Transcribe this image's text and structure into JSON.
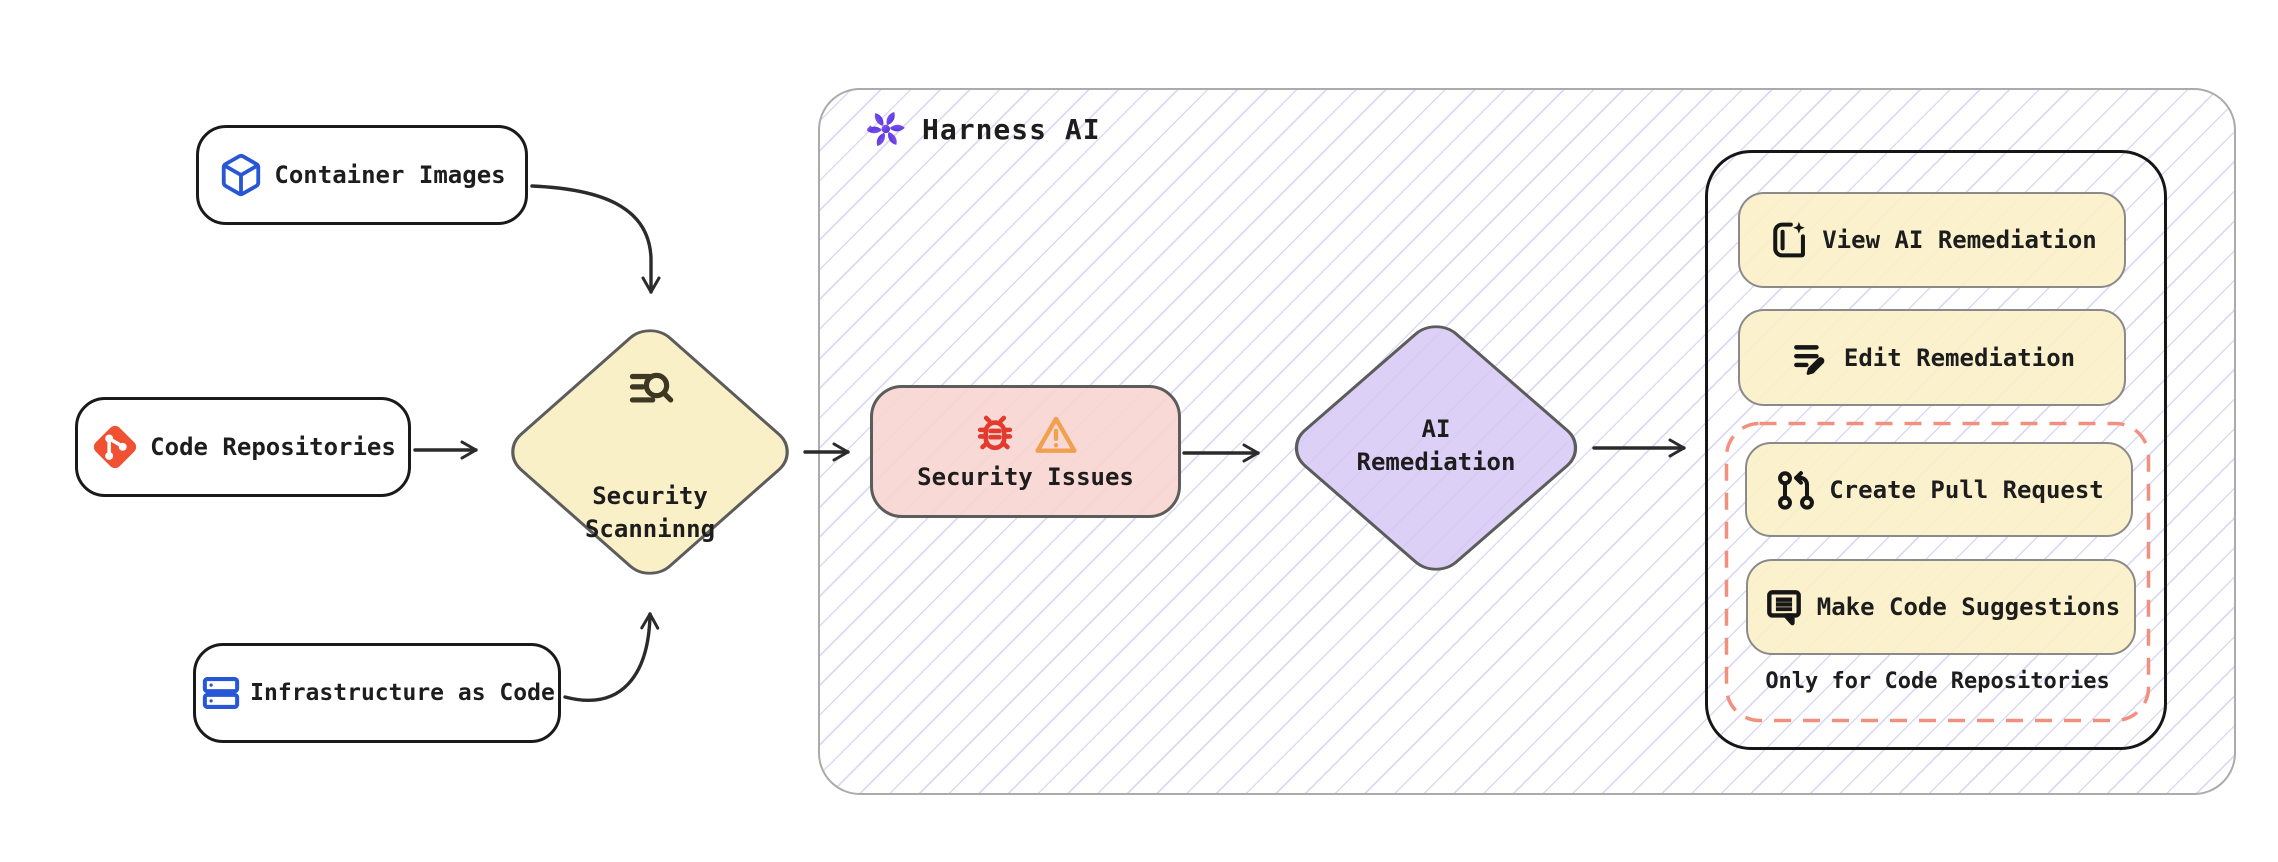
{
  "header": {
    "title": "Harness AI",
    "logo": "harness-ai-logo"
  },
  "sources": [
    {
      "label": "Container Images",
      "icon": "container-cube-icon"
    },
    {
      "label": "Code Repositories",
      "icon": "git-icon"
    },
    {
      "label": "Infrastructure as Code",
      "icon": "server-stack-icon"
    }
  ],
  "scanning": {
    "label": "Security\nScanninng",
    "icon": "scan-search-icon"
  },
  "issues": {
    "label": "Security Issues",
    "icons": [
      "bug-icon",
      "warning-icon"
    ]
  },
  "remediation": {
    "label": "AI\nRemediation"
  },
  "actions": {
    "view": {
      "label": "View AI Remediation",
      "icon": "view-remediation-icon"
    },
    "edit": {
      "label": "Edit Remediation",
      "icon": "edit-remediation-icon"
    },
    "create_pr": {
      "label": "Create Pull Request",
      "icon": "pull-request-icon"
    },
    "suggest": {
      "label": "Make Code Suggestions",
      "icon": "code-suggestions-icon"
    },
    "note": "Only for Code Repositories"
  },
  "colors": {
    "node_yellow": "#FAF0C8",
    "node_pink": "#F8D5D1",
    "node_purple": "#DCD2F6",
    "dashed_accent": "#F2907F",
    "hatch_lavender": "#8C82DC",
    "git_red": "#F05133",
    "icon_blue": "#2757D6",
    "bug_red": "#E23B2E",
    "warning_orange": "#F0A14F",
    "harness_purple": "#6D3BEF"
  }
}
